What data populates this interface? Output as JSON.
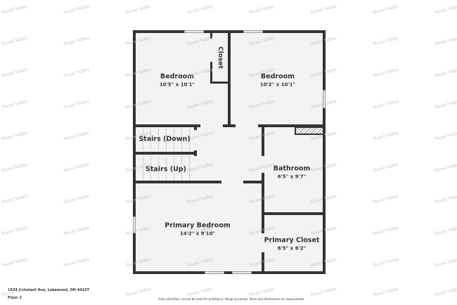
{
  "watermark": {
    "text": "Hazel Valley"
  },
  "floorplan": {
    "rooms": [
      {
        "id": "bedroom-1",
        "name": "Bedroom",
        "dimensions": "10'5\" x 10'1\""
      },
      {
        "id": "closet",
        "name": "Closet",
        "dimensions": ""
      },
      {
        "id": "bedroom-2",
        "name": "Bedroom",
        "dimensions": "10'2\" x 10'1\""
      },
      {
        "id": "stairs-down",
        "name": "Stairs (Down)",
        "dimensions": ""
      },
      {
        "id": "stairs-up",
        "name": "Stairs (Up)",
        "dimensions": ""
      },
      {
        "id": "bathroom",
        "name": "Bathroom",
        "dimensions": "6'5\" x 9'7\""
      },
      {
        "id": "primary-bedroom",
        "name": "Primary Bedroom",
        "dimensions": "14'2\" x 9'10\""
      },
      {
        "id": "primary-closet",
        "name": "Primary Closet",
        "dimensions": "6'5\" x 6'2\""
      }
    ],
    "wall_color": "#333333",
    "floor_color": "#f3f3f3"
  },
  "footer": {
    "address": "1534 Cohstant Ave, Lakewood, OH 44107",
    "floor": "Floor 2",
    "disclaimer": "Floor plans/tour cannot be used for building or design purposes. Sizes and dimensions are approximate."
  }
}
